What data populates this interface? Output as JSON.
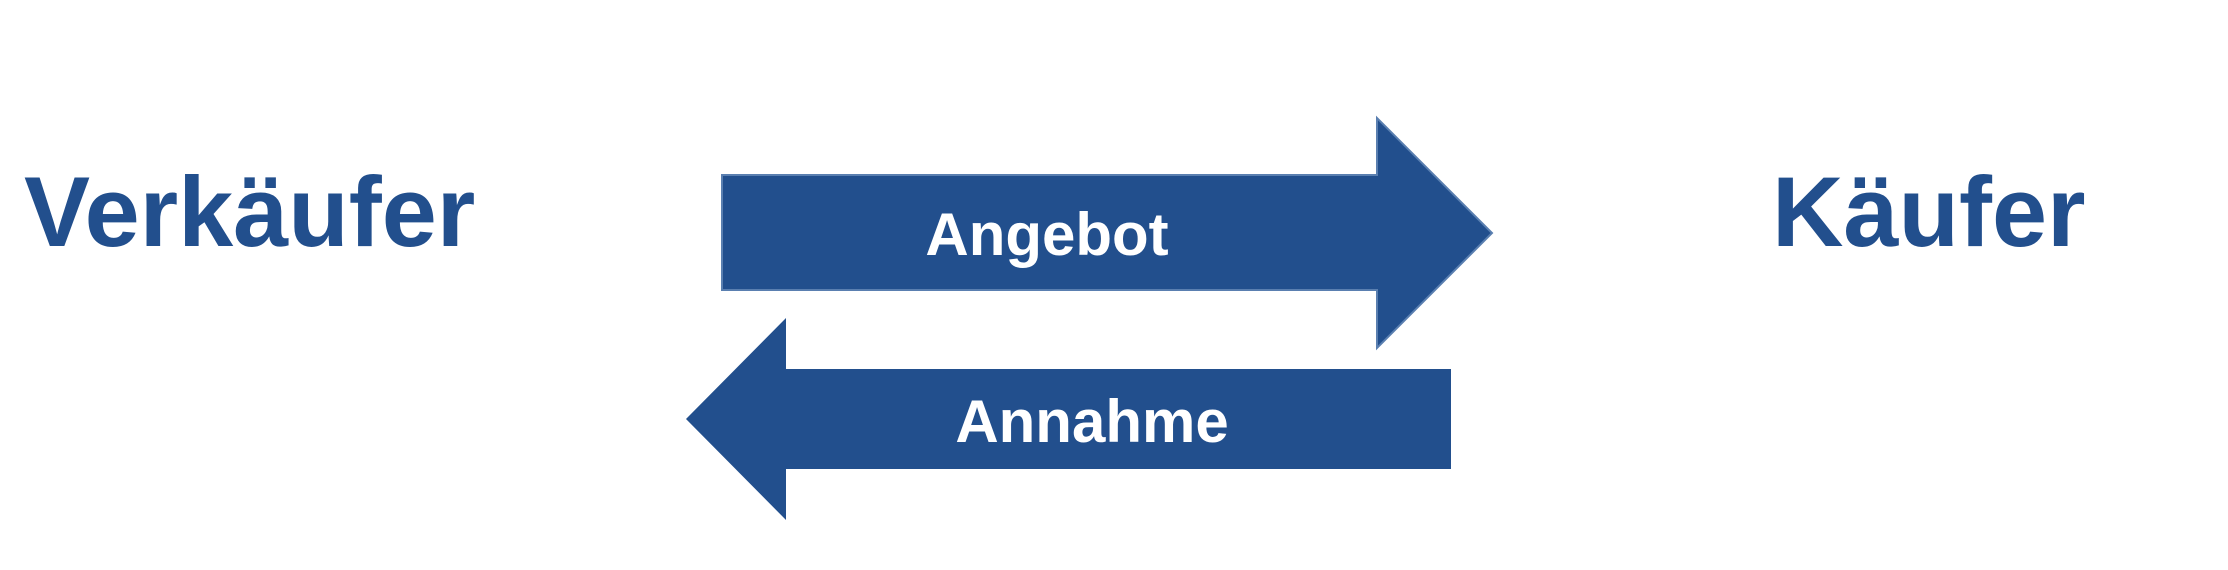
{
  "parties": {
    "seller": "Verkäufer",
    "buyer": "Käufer"
  },
  "arrows": {
    "offer": "Angebot",
    "acceptance": "Annahme"
  },
  "colors": {
    "primary": "#224f8d",
    "arrow_text": "#ffffff",
    "background": "#ffffff"
  }
}
